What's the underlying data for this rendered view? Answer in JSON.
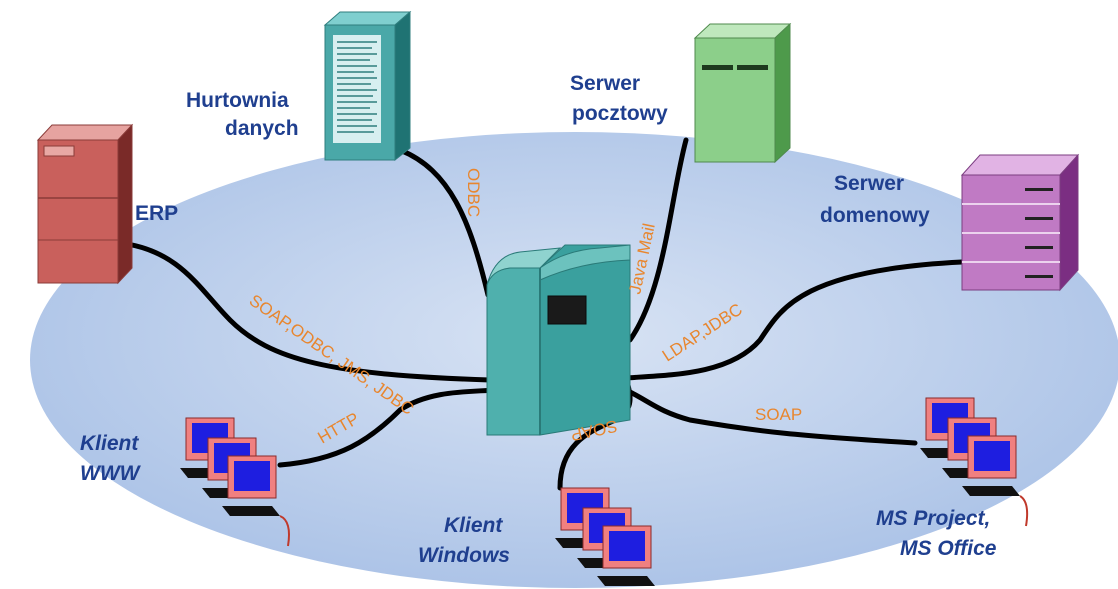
{
  "nodes": {
    "hurtownia": {
      "line1": "Hurtownia",
      "line2": "danych"
    },
    "erp": {
      "label": "ERP"
    },
    "serwer_pocztowy": {
      "line1": "Serwer",
      "line2": "pocztowy"
    },
    "serwer_domenowy": {
      "line1": "Serwer",
      "line2": "domenowy"
    },
    "klient_www": {
      "line1": "Klient",
      "line2": "WWW"
    },
    "klient_windows": {
      "line1": "Klient",
      "line2": "Windows"
    },
    "ms_office": {
      "line1": "MS Project,",
      "line2": "MS Office"
    }
  },
  "protocols": {
    "odbc": "ODBC",
    "java_mail": "Java Mail",
    "ldap_jdbc": "LDAP,JDBC",
    "soap_erp": "SOAP,ODBC, JMS, JDBC",
    "http": "HTTP",
    "soap_windows": "SOAP",
    "soap_office": "SOAP"
  },
  "colors": {
    "label_blue": "#1f3f8f",
    "protocol_orange": "#e8862e",
    "ellipse_fill": "#c9d8ee",
    "server_teal": "#4aa8a8",
    "erp_red": "#c9605c",
    "mail_green": "#8ccf8a",
    "domain_purple": "#c07ac4",
    "monitor_blue": "#1e1ee0",
    "monitor_pink": "#f08080"
  }
}
